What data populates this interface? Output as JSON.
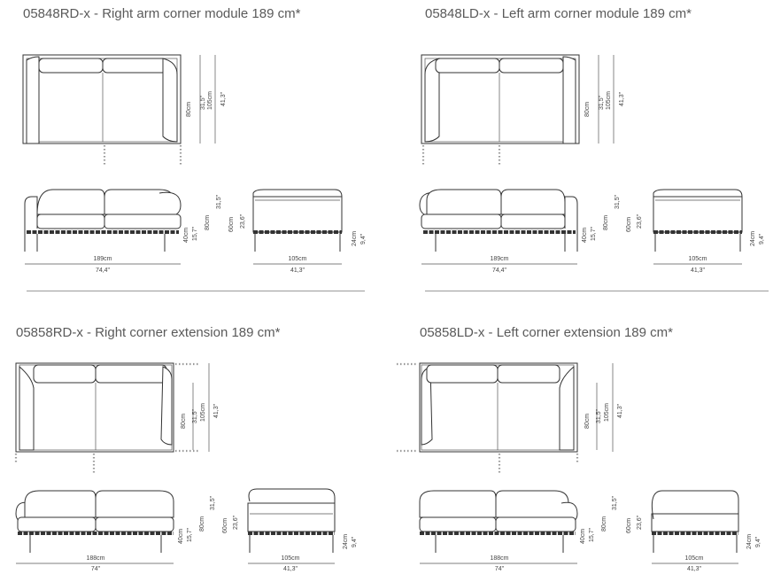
{
  "panels": [
    {
      "title": "05848RD-x - Right arm corner module 189 cm*",
      "top": {
        "h_cm": "80cm",
        "h_in": "31,5\"",
        "d_cm": "105cm",
        "d_in": "41,3\""
      },
      "front": {
        "seat_cm": "40cm",
        "seat_in": "15,7\"",
        "h_cm": "80cm",
        "h_in": "31,5\"",
        "w_cm": "189cm",
        "w_in": "74,4\""
      },
      "side": {
        "arm_cm": "60cm",
        "arm_in": "23,6\"",
        "leg_cm": "24cm",
        "leg_in": "9,4\"",
        "d_cm": "105cm",
        "d_in": "41,3\""
      }
    },
    {
      "title": "05848LD-x - Left arm corner module 189 cm*",
      "top": {
        "h_cm": "80cm",
        "h_in": "31,5\"",
        "d_cm": "105cm",
        "d_in": "41,3\""
      },
      "front": {
        "seat_cm": "40cm",
        "seat_in": "15,7\"",
        "h_cm": "80cm",
        "h_in": "31,5\"",
        "w_cm": "189cm",
        "w_in": "74,4\""
      },
      "side": {
        "arm_cm": "60cm",
        "arm_in": "23,6\"",
        "leg_cm": "24cm",
        "leg_in": "9,4\"",
        "d_cm": "105cm",
        "d_in": "41,3\""
      }
    },
    {
      "title": "05858RD-x - Right corner extension 189 cm*",
      "top": {
        "h_cm": "80cm",
        "h_in": "31,5\"",
        "d_cm": "105cm",
        "d_in": "41,3\""
      },
      "front": {
        "seat_cm": "40cm",
        "seat_in": "15,7\"",
        "h_cm": "80cm",
        "h_in": "31,5\"",
        "w_cm": "188cm",
        "w_in": "74\""
      },
      "side": {
        "arm_cm": "60cm",
        "arm_in": "23,6\"",
        "leg_cm": "24cm",
        "leg_in": "9,4\"",
        "d_cm": "105cm",
        "d_in": "41,3\""
      }
    },
    {
      "title": "05858LD-x - Left corner extension 189 cm*",
      "top": {
        "h_cm": "80cm",
        "h_in": "31,5\"",
        "d_cm": "105cm",
        "d_in": "41,3\""
      },
      "front": {
        "seat_cm": "40cm",
        "seat_in": "15,7\"",
        "h_cm": "80cm",
        "h_in": "31,5\"",
        "w_cm": "188cm",
        "w_in": "74\""
      },
      "side": {
        "arm_cm": "60cm",
        "arm_in": "23,6\"",
        "leg_cm": "24cm",
        "leg_in": "9,4\"",
        "d_cm": "105cm",
        "d_in": "41,3\""
      }
    }
  ]
}
